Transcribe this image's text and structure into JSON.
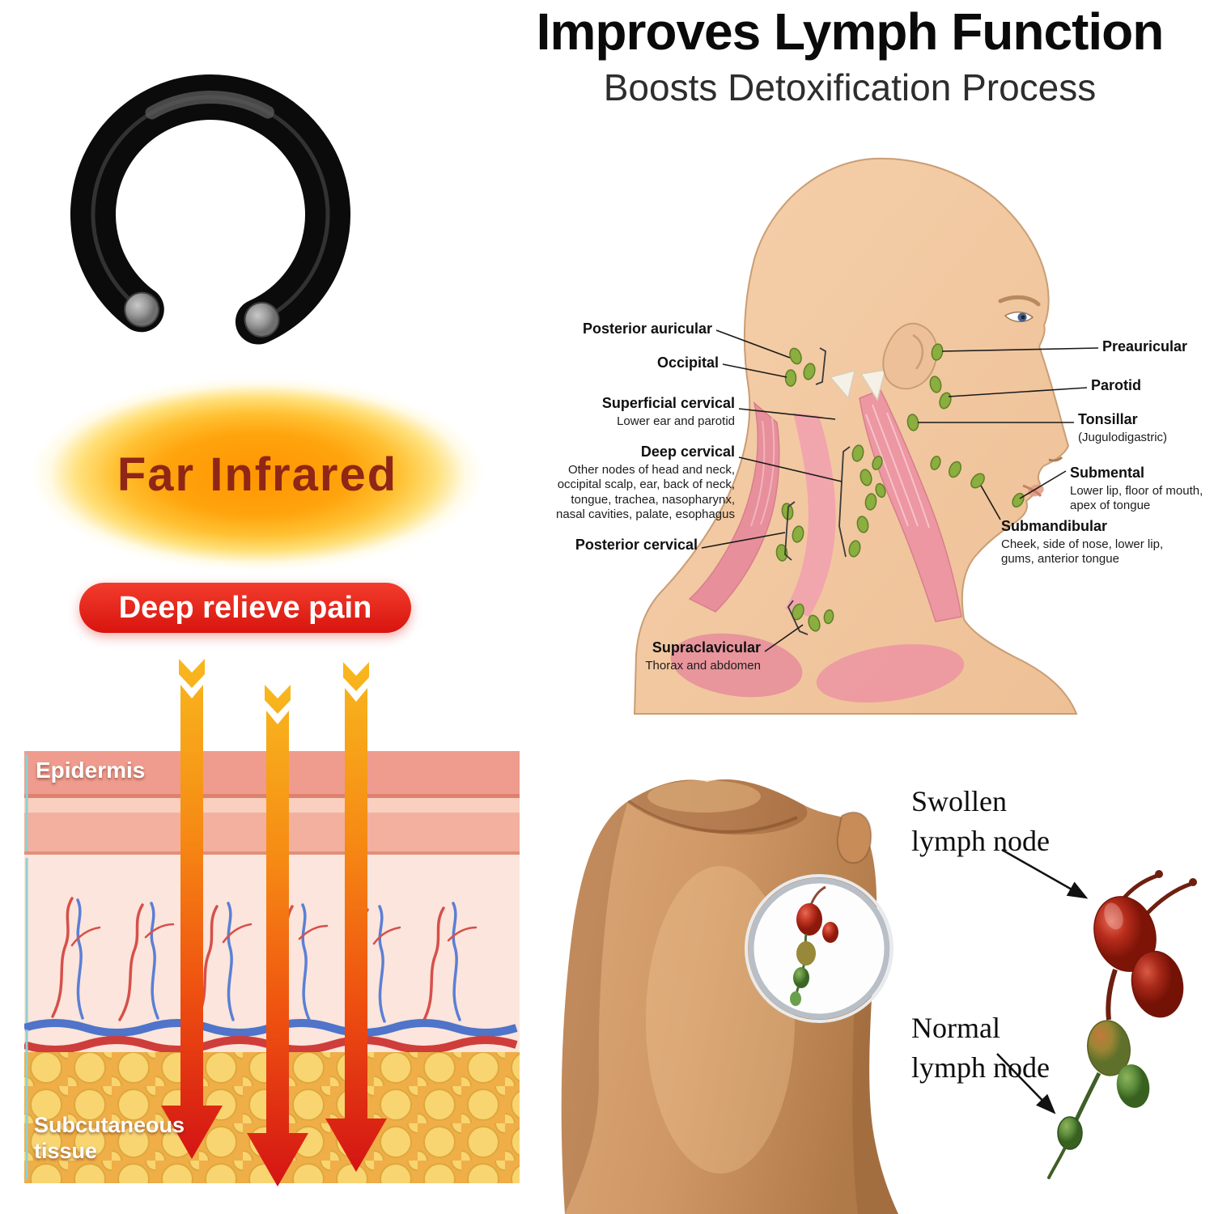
{
  "title": {
    "heading": "Improves Lymph Function",
    "subheading": "Boosts Detoxification Process"
  },
  "far_infrared": {
    "label": "Far Infrared"
  },
  "pain_badge": {
    "label": "Deep relieve pain"
  },
  "skin_layers": {
    "epidermis": "Epidermis",
    "subcutaneous": "Subcutaneous\ntissue"
  },
  "lymph_diagram": {
    "left_labels": [
      {
        "title": "Posterior auricular",
        "desc": ""
      },
      {
        "title": "Occipital",
        "desc": ""
      },
      {
        "title": "Superficial cervical",
        "desc": "Lower ear and parotid"
      },
      {
        "title": "Deep cervical",
        "desc": "Other nodes of head and neck, occipital scalp, ear, back of neck, tongue, trachea, nasopharynx, nasal cavities, palate, esophagus"
      },
      {
        "title": "Posterior cervical",
        "desc": ""
      },
      {
        "title": "Supraclavicular",
        "desc": "Thorax and abdomen"
      }
    ],
    "right_labels": [
      {
        "title": "Preauricular",
        "desc": ""
      },
      {
        "title": "Parotid",
        "desc": ""
      },
      {
        "title": "Tonsillar",
        "desc": "(Jugulodigastric)"
      },
      {
        "title": "Submental",
        "desc": "Lower lip, floor of mouth, apex of tongue"
      },
      {
        "title": "Submandibular",
        "desc": "Cheek, side of nose, lower lip, gums, anterior tongue"
      }
    ]
  },
  "node_comparison": {
    "swollen": "Swollen\nlymph node",
    "normal": "Normal\nlymph node"
  },
  "colors": {
    "badge_red": "#d8140e",
    "infrared_orange": "#ff9500",
    "lymph_node_green": "#8aae3f",
    "swollen_node_red": "#a32415",
    "muscle_pink": "#ec97a2"
  }
}
